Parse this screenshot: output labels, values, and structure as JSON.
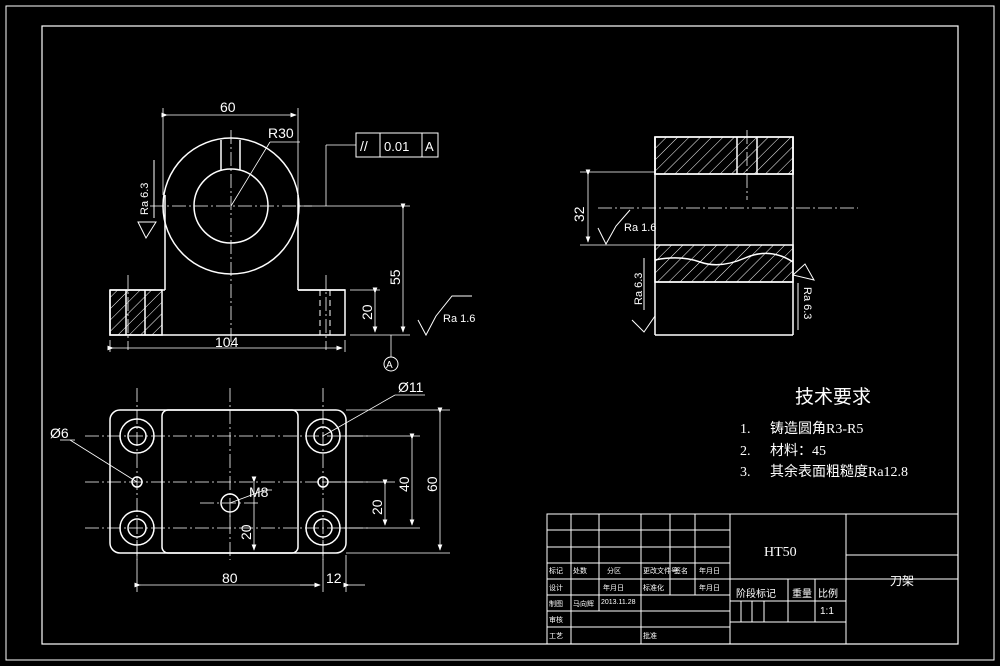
{
  "top_view": {
    "dims": {
      "width": "60",
      "radius": "R30",
      "base": "104",
      "height": "55",
      "step": "20"
    },
    "roughness": {
      "left": "Ra 6.3",
      "bottom": "Ra 1.6"
    },
    "tolerance": {
      "symbol": "//",
      "value": "0.01",
      "datum": "A"
    },
    "datum": "A"
  },
  "side_view": {
    "dims": {
      "height": "32"
    },
    "roughness": {
      "bore": "Ra 1.6",
      "left": "Ra 6.3",
      "right": "Ra 6.3"
    }
  },
  "plan_view": {
    "dims": {
      "hole_small": "Ø6",
      "hole_large": "Ø11",
      "thread": "M8",
      "thread_offset": "20",
      "inner": "40",
      "total": "60",
      "half": "20",
      "length": "80",
      "edge": "12"
    }
  },
  "tech_req": {
    "title": "技术要求",
    "items": [
      {
        "num": "1.",
        "text": "铸造圆角R3-R5"
      },
      {
        "num": "2.",
        "text": "材料：45"
      },
      {
        "num": "3.",
        "text": "其余表面粗糙度Ra12.8"
      }
    ]
  },
  "title_block": {
    "material": "HT50",
    "part_name": "刀架",
    "scale": "1:1",
    "headers": {
      "mark": "标记",
      "count": "处数",
      "zone": "分区",
      "change_doc": "更改文件号",
      "signature": "签名",
      "date": "年月日",
      "design": "设计",
      "date2": "年月日",
      "standardize": "标准化",
      "date3": "年月日",
      "drawing": "制图",
      "review": "审核",
      "process": "工艺",
      "approve": "批准",
      "stage_mark": "阶段标记",
      "weight": "重量",
      "ratio": "比例"
    },
    "drafter": "马向辉",
    "draft_date": "2013.11.28"
  }
}
